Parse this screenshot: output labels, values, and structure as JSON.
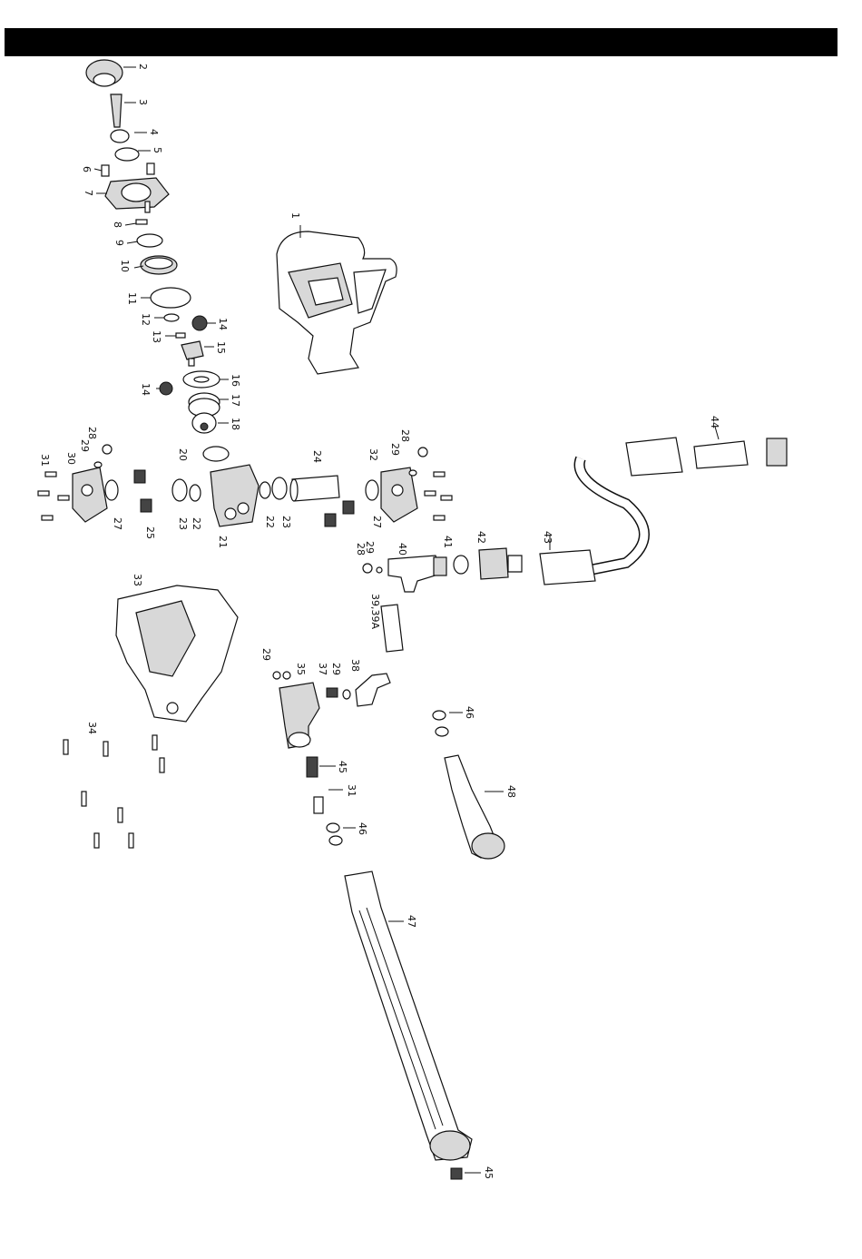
{
  "labels": {
    "p1": "1",
    "p2": "2",
    "p3": "3",
    "p4": "4",
    "p5": "5",
    "p6": "6",
    "p7": "7",
    "p8": "8",
    "p9": "9",
    "p10": "10",
    "p11": "11",
    "p12": "12",
    "p13": "13",
    "p14a": "14",
    "p14b": "14",
    "p15": "15",
    "p16": "16",
    "p17": "17",
    "p18": "18",
    "p20": "20",
    "p21": "21",
    "p22a": "22",
    "p22b": "22",
    "p23a": "23",
    "p23b": "23",
    "p24": "24",
    "p25": "25",
    "p27a": "27",
    "p27b": "27",
    "p28a": "28",
    "p28b": "28",
    "p28c": "28",
    "p29a": "29",
    "p29b": "29",
    "p29c": "29",
    "p29d": "29",
    "p29e": "29",
    "p30": "30",
    "p31a": "31",
    "p31b": "31",
    "p32": "32",
    "p33": "33",
    "p34": "34",
    "p35": "35",
    "p37": "37",
    "p38": "38",
    "p3939a": "39,39A",
    "p40": "40",
    "p41": "41",
    "p42": "42",
    "p43": "43",
    "p44": "44",
    "p45a": "45",
    "p45b": "45",
    "p46a": "46",
    "p46b": "46",
    "p47": "47",
    "p48": "48"
  }
}
